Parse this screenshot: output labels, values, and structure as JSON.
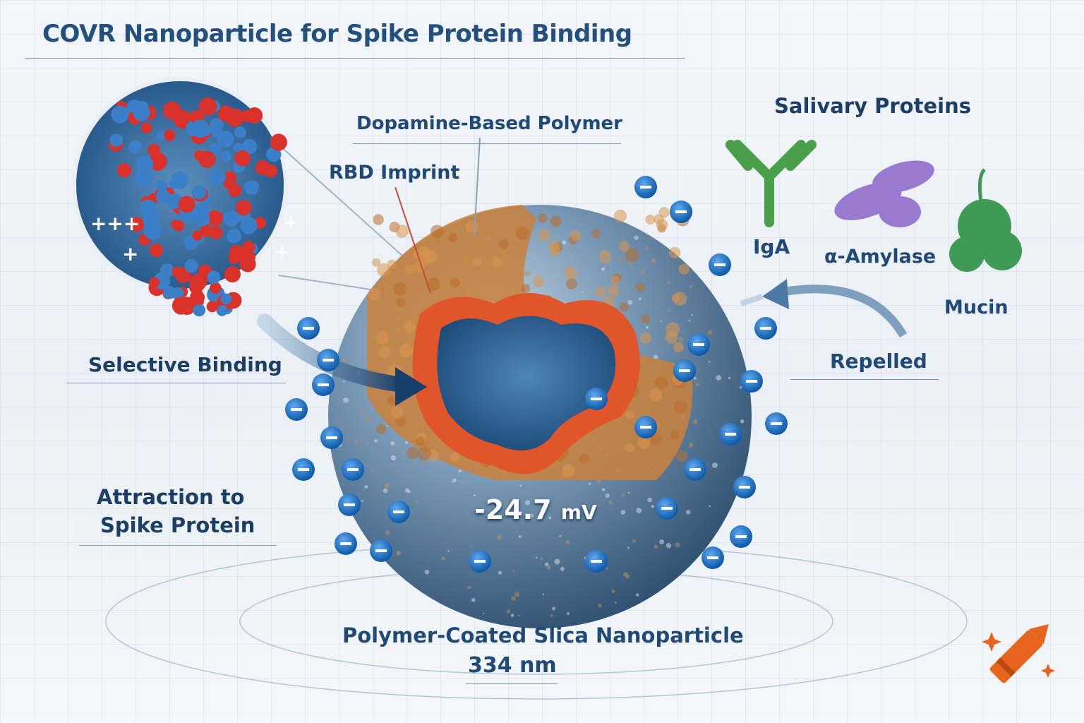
{
  "title": "COVR Nanoparticle for Spike Protein Binding",
  "labels": {
    "dopamine_polymer": "Dopamine-Based Polymer",
    "rbd_imprint": "RBD Imprint",
    "salivary_proteins": "Salivary Proteins",
    "iga": "IgA",
    "amylase": "α-Amylase",
    "mucin": "Mucin",
    "repelled": "Repelled",
    "selective_binding": "Selective Binding",
    "attraction_line1": "Attraction to",
    "attraction_line2": "Spike Protein",
    "zeta_value": "-24.7",
    "zeta_unit": "mV",
    "particle_name": "Polymer-Coated Slica Nanoparticle",
    "particle_size": "334 nm"
  },
  "spike_charges": {
    "left_big": "+++",
    "left_small": "+",
    "right_top": "+",
    "right_bottom": "+"
  },
  "colors": {
    "title": "#24507e",
    "label": "#1f4a78",
    "sphere": "#5f86a8",
    "polymer": "#c9803a",
    "imprint_rim": "#e0552a",
    "negative_charge": "#1f6fc0",
    "iga": "#4aa04a",
    "amylase": "#9a7ad0",
    "mucin": "#3f9a55"
  },
  "icons": [
    "spike-protein",
    "negative-charge",
    "arrow",
    "crayon-logo"
  ]
}
